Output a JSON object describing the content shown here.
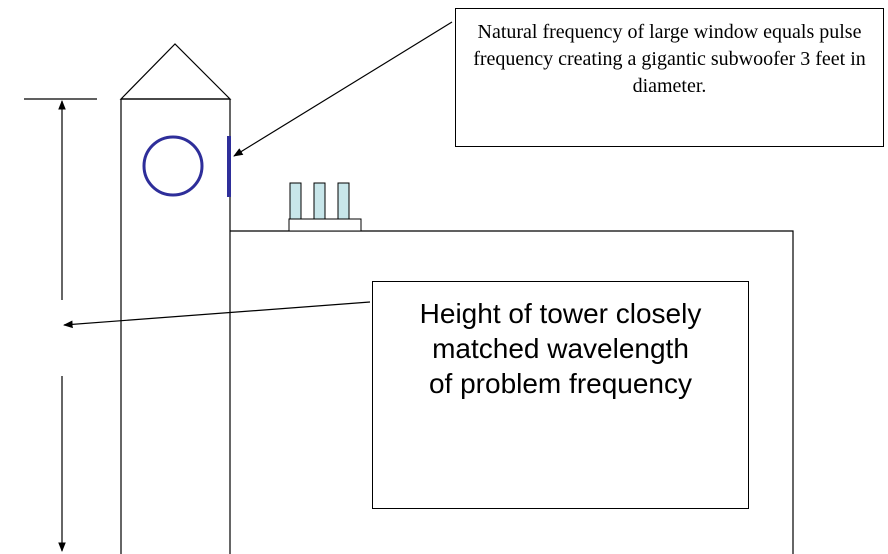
{
  "window_callout": {
    "text": "Natural frequency of large window equals pulse frequency creating a gigantic subwoofer 3 feet in diameter."
  },
  "height_callout": {
    "lines": [
      "Height of tower closely",
      "matched wavelength",
      "of problem frequency"
    ]
  },
  "colors": {
    "outline": "#000000",
    "window": "#2e2e9a",
    "vents_fill": "#c8e6ea",
    "background": "#ffffff"
  }
}
